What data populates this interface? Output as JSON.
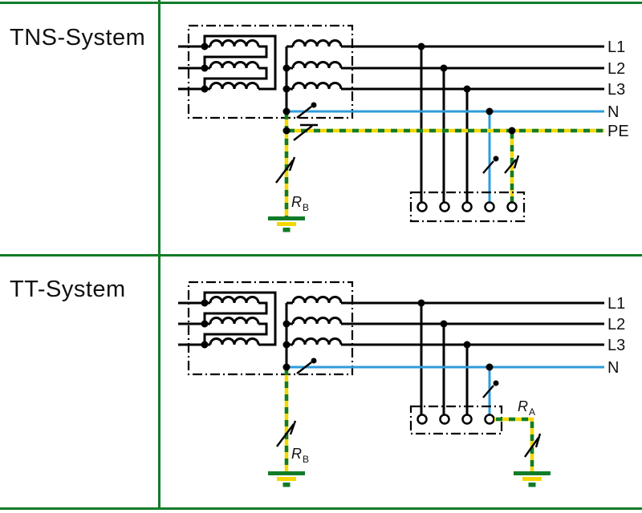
{
  "colors": {
    "green": "#117c28",
    "yellow": "#f4d703",
    "blue": "#2f9cdb"
  },
  "panels": {
    "tns": {
      "title": "TNS-System",
      "line_labels": [
        "L1",
        "L2",
        "L3",
        "N",
        "PE"
      ],
      "source_earth_resistor": {
        "symbol": "R",
        "sub": "B"
      }
    },
    "tt": {
      "title": "TT-System",
      "line_labels": [
        "L1",
        "L2",
        "L3",
        "N"
      ],
      "source_earth_resistor": {
        "symbol": "R",
        "sub": "B"
      },
      "consumer_earth_resistor": {
        "symbol": "R",
        "sub": "A"
      }
    }
  }
}
